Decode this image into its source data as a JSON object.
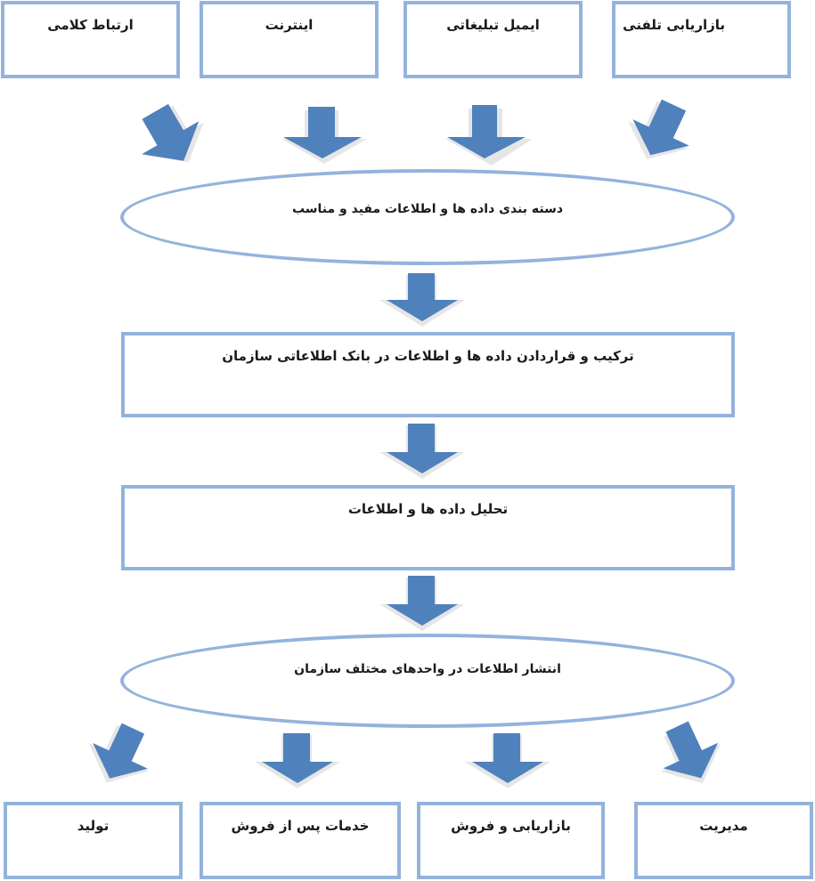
{
  "colors": {
    "border": "#93b3dc",
    "arrow_fill": "#4f81bd",
    "arrow_shadow": "#e6e6e6",
    "text": "#1a1a1a"
  },
  "sources": {
    "phone_marketing": "بازاریابی تلفنی",
    "promotional_email": "ایمیل تبلیغاتی",
    "internet": "اینترنت",
    "verbal_communication": "ارتباط کلامی"
  },
  "steps": {
    "categorize": "دسته بندی داده ها و اطلاعات مفید و مناسب",
    "combine": "ترکیب و قراردادن داده ها و اطلاعات در بانک اطلاعاتی سازمان",
    "analyze": "تحلیل داده ها و اطلاعات",
    "distribute": "انتشار اطلاعات در واحدهای مختلف سازمان"
  },
  "departments": {
    "management": "مدیریت",
    "marketing_sales": "بازاریابی و فروش",
    "after_sales": "خدمات پس از فروش",
    "production": "تولید"
  },
  "icons": {
    "arrow": "down-arrow-icon"
  }
}
